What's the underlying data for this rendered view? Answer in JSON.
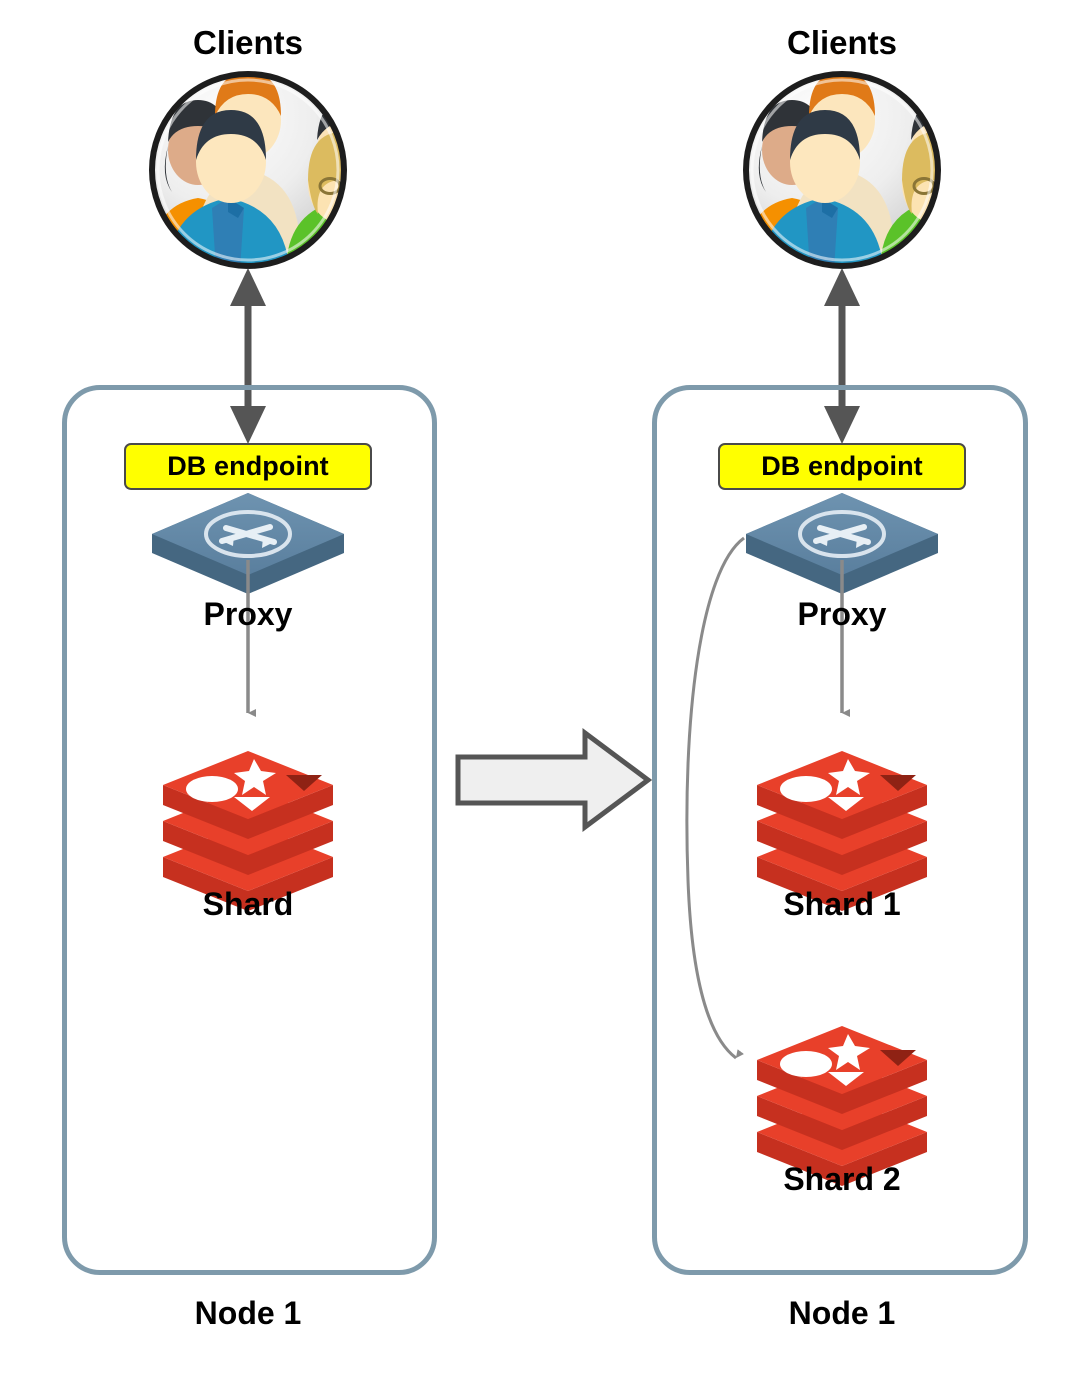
{
  "diagram": {
    "title": "Redis database scaling: one shard to two shards on a single node",
    "transition_arrow": {
      "name": "scale-out-arrow",
      "direction": "right",
      "fill": "#efefef",
      "stroke": "#555555"
    }
  },
  "palette": {
    "node_border": "#7e9aab",
    "endpoint_fill": "#ffff00",
    "endpoint_border": "#4a4a4a",
    "proxy_top": "#5f86a5",
    "proxy_side": "#47688200",
    "proxy_side_solid": "#456781",
    "redis_red": "#e8402a",
    "redis_dark": "#c6301f",
    "connector_gray": "#8a8a8a",
    "client_arrow": "#555555",
    "text": "#000000"
  },
  "panels": [
    {
      "id": "before",
      "clients": {
        "label": "Clients",
        "icon": "clients-group-avatar-icon"
      },
      "client_link": {
        "name": "clients-endpoint-bidirectional-arrow",
        "type": "double-headed"
      },
      "node": {
        "label": "Node 1",
        "endpoint": {
          "label": "DB endpoint"
        },
        "proxy": {
          "label": "Proxy",
          "icon": "proxy-exchange-icon"
        },
        "shards": [
          {
            "label": "Shard",
            "icon": "redis-shard-icon",
            "link_from_proxy": "straight"
          }
        ]
      }
    },
    {
      "id": "after",
      "clients": {
        "label": "Clients",
        "icon": "clients-group-avatar-icon"
      },
      "client_link": {
        "name": "clients-endpoint-bidirectional-arrow",
        "type": "double-headed"
      },
      "node": {
        "label": "Node 1",
        "endpoint": {
          "label": "DB endpoint"
        },
        "proxy": {
          "label": "Proxy",
          "icon": "proxy-exchange-icon"
        },
        "shards": [
          {
            "label": "Shard 1",
            "icon": "redis-shard-icon",
            "link_from_proxy": "straight"
          },
          {
            "label": "Shard 2",
            "icon": "redis-shard-icon",
            "link_from_proxy": "curved"
          }
        ]
      }
    }
  ]
}
